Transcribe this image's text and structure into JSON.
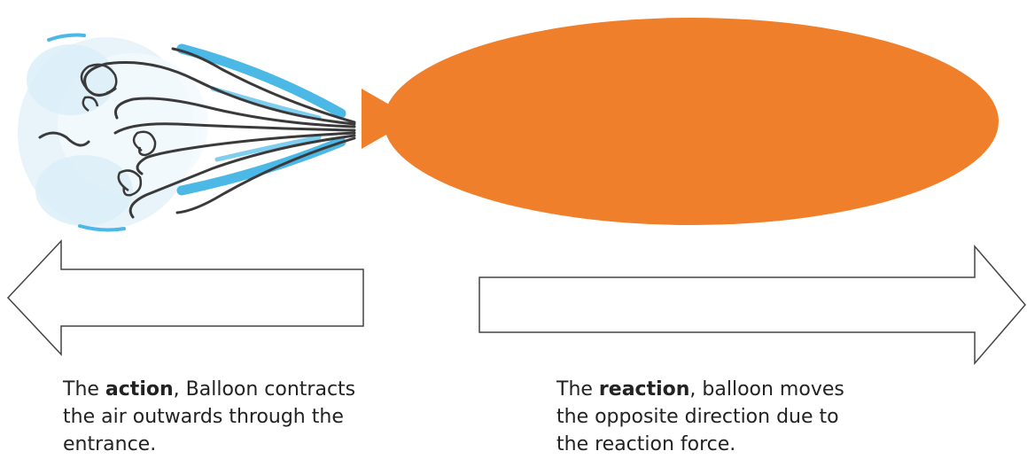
{
  "colors": {
    "balloon": "#f07f2c",
    "air_streak": "#4bb8e6",
    "air_cloud": "#dbeef8",
    "air_swirl": "#3a3a3a",
    "arrow_stroke": "#444444",
    "caption_text": "#222222"
  },
  "action_caption": {
    "intro": "The ",
    "keyword": "action",
    "rest_line1": ", Balloon contracts",
    "line2": "the air outwards through the",
    "line3": "entrance."
  },
  "reaction_caption": {
    "intro": "The ",
    "keyword": "reaction",
    "rest_line1": ", balloon moves",
    "line2": "the opposite direction due to",
    "line3": "the reaction force."
  },
  "arrows": {
    "action_direction": "left",
    "reaction_direction": "right"
  }
}
